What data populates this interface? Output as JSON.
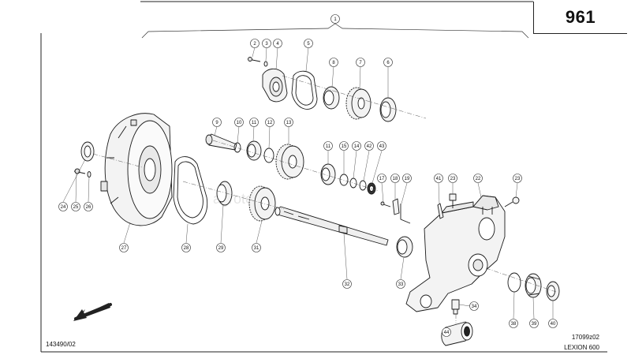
{
  "page_number": "961",
  "drawing_id": "143490/02",
  "figure_code": "17099z02",
  "model": "LEXION 600",
  "watermark": "agroteh",
  "group_callout": "1",
  "callouts": [
    "1",
    "2",
    "3",
    "4",
    "5",
    "6",
    "7",
    "8",
    "9",
    "10",
    "11",
    "12",
    "13",
    "11",
    "15",
    "14",
    "42",
    "43",
    "17",
    "18",
    "19",
    "41",
    "23",
    "22",
    "23",
    "24",
    "25",
    "26",
    "27",
    "28",
    "29",
    "31",
    "32",
    "33",
    "34",
    "38",
    "39",
    "40",
    "44"
  ],
  "icons": {
    "direction": "direction-arrow-icon"
  },
  "colors": {
    "line": "#1a1a1a",
    "paper": "#ffffff",
    "part_fill": "#f3f3f3"
  }
}
